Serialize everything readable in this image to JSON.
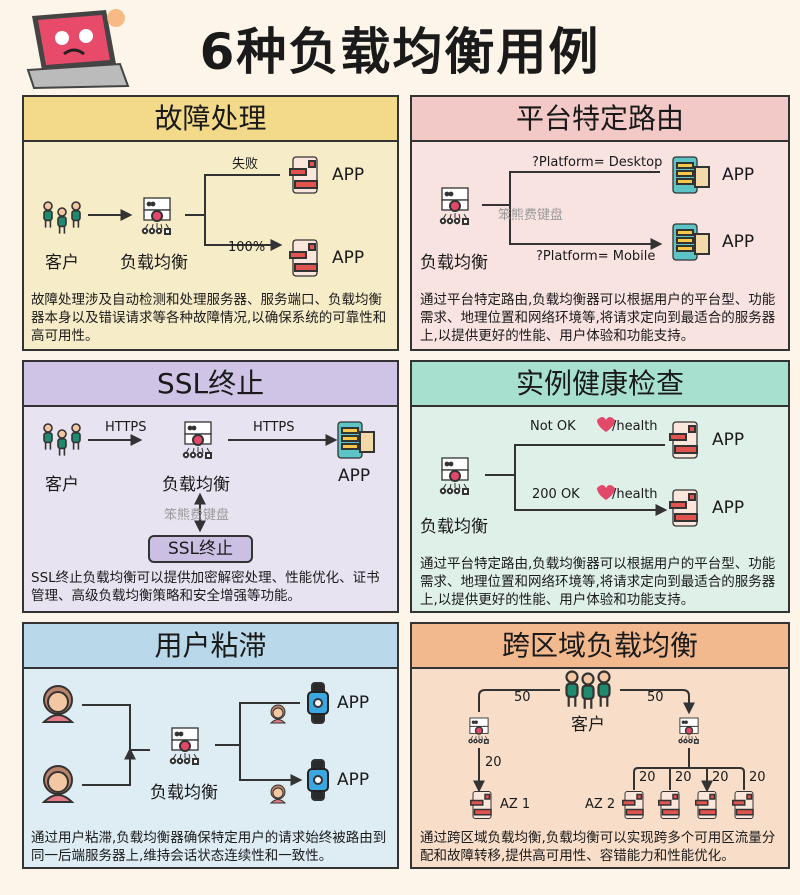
{
  "title": "6种负载均衡用例",
  "watermark": "笨熊费键盘",
  "colors": {
    "page_bg": "#fdf5e9",
    "failover": "#f3d98a",
    "platform": "#f2c9c7",
    "ssl": "#cfc4e6",
    "health": "#a8e0d0",
    "sticky": "#b9d8ea",
    "cross_zone": "#f3b98e"
  },
  "panels": {
    "failover": {
      "title": "故障处理",
      "client": "客户",
      "lb": "负载均衡",
      "fail": "失败",
      "percent": "100%",
      "app": "APP",
      "desc": "故障处理涉及自动检测和处理服务器、服务端口、负载均衡器本身以及错误请求等各种故障情况,以确保系统的可靠性和高可用性。"
    },
    "platform": {
      "title": "平台特定路由",
      "lb": "负载均衡",
      "desktop": "?Platform= Desktop",
      "mobile": "?Platform= Mobile",
      "app": "APP",
      "desc": "通过平台特定路由,负载均衡器可以根据用户的平台型、功能需求、地理位置和网络环境等,将请求定向到最适合的服务器上,以提供更好的性能、用户体验和功能支持。"
    },
    "ssl": {
      "title": "SSL终止",
      "client": "客户",
      "lb": "负载均衡",
      "https": "HTTPS",
      "app": "APP",
      "box": "SSL终止",
      "desc": "SSL终止负载均衡可以提供加密解密处理、性能优化、证书管理、高级负载均衡策略和安全增强等功能。"
    },
    "health": {
      "title": "实例健康检查",
      "lb": "负载均衡",
      "not_ok": "Not OK",
      "ok": "200 OK",
      "path": "/health",
      "app": "APP",
      "desc": "通过平台特定路由,负载均衡器可以根据用户的平台型、功能需求、地理位置和网络环境等,将请求定向到最适合的服务器上,以提供更好的性能、用户体验和功能支持。"
    },
    "sticky": {
      "title": "用户粘滞",
      "lb": "负载均衡",
      "app": "APP",
      "desc": "通过用户粘滞,负载均衡器确保特定用户的请求始终被路由到同一后端服务器上,维持会话状态连续性和一致性。"
    },
    "cross": {
      "title": "跨区域负载均衡",
      "client": "客户",
      "split": "50",
      "sub": "20",
      "az1": "AZ 1",
      "az2": "AZ 2",
      "desc": "通过跨区域负载均衡,负载均衡可以实现跨多个可用区流量分配和故障转移,提供高可用性、容错能力和性能优化。"
    }
  }
}
